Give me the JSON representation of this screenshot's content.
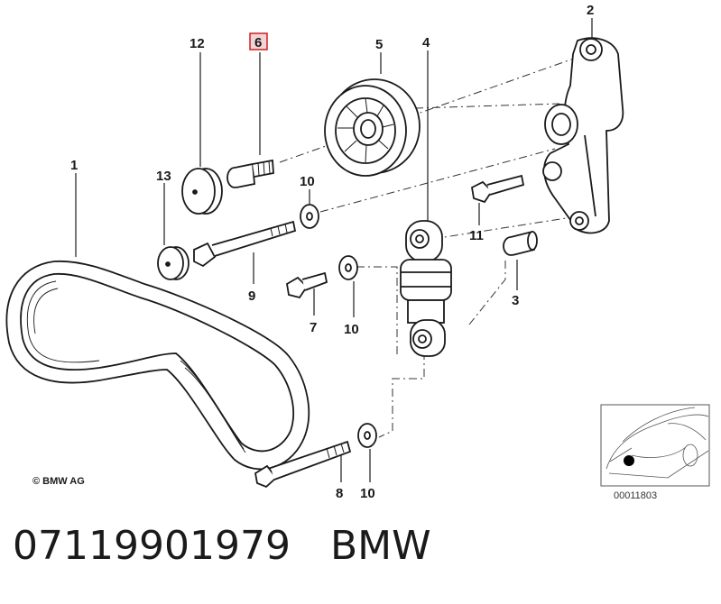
{
  "callouts": [
    {
      "id": "1",
      "label": "1"
    },
    {
      "id": "2",
      "label": "2"
    },
    {
      "id": "3",
      "label": "3"
    },
    {
      "id": "4",
      "label": "4"
    },
    {
      "id": "5",
      "label": "5"
    },
    {
      "id": "6",
      "label": "6",
      "highlighted": true
    },
    {
      "id": "7",
      "label": "7"
    },
    {
      "id": "8",
      "label": "8"
    },
    {
      "id": "9",
      "label": "9"
    },
    {
      "id": "10a",
      "label": "10"
    },
    {
      "id": "10b",
      "label": "10"
    },
    {
      "id": "10c",
      "label": "10"
    },
    {
      "id": "11",
      "label": "11"
    },
    {
      "id": "12",
      "label": "12"
    },
    {
      "id": "13",
      "label": "13"
    }
  ],
  "copyright": "© BMW AG",
  "inset": {
    "reference_code": "00011803"
  },
  "footer": {
    "part_number": "07119901979",
    "brand": "BMW"
  },
  "colors": {
    "highlight_box": "#cc2222",
    "line": "#1a1a1a"
  }
}
